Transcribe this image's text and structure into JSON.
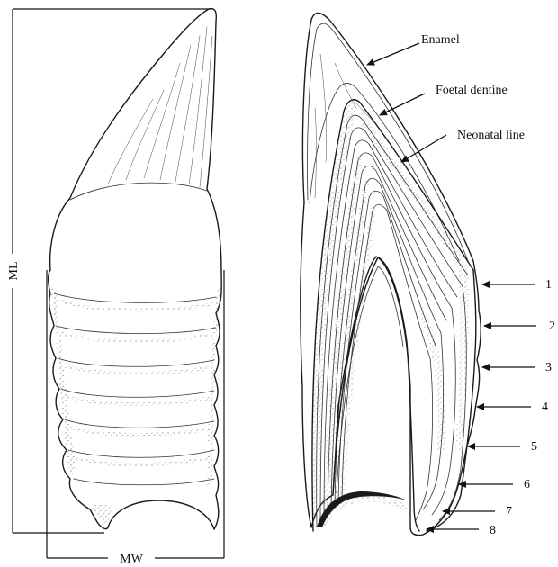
{
  "dimension_labels": {
    "length": "ML",
    "width": "MW"
  },
  "structure_labels": {
    "enamel": "Enamel",
    "foetal_dentine": "Foetal dentine",
    "neonatal_line": "Neonatal line"
  },
  "growth_layers": [
    "1",
    "2",
    "3",
    "4",
    "5",
    "6",
    "7",
    "8"
  ],
  "colors": {
    "ink": "#1a1a1a",
    "background": "#ffffff"
  }
}
